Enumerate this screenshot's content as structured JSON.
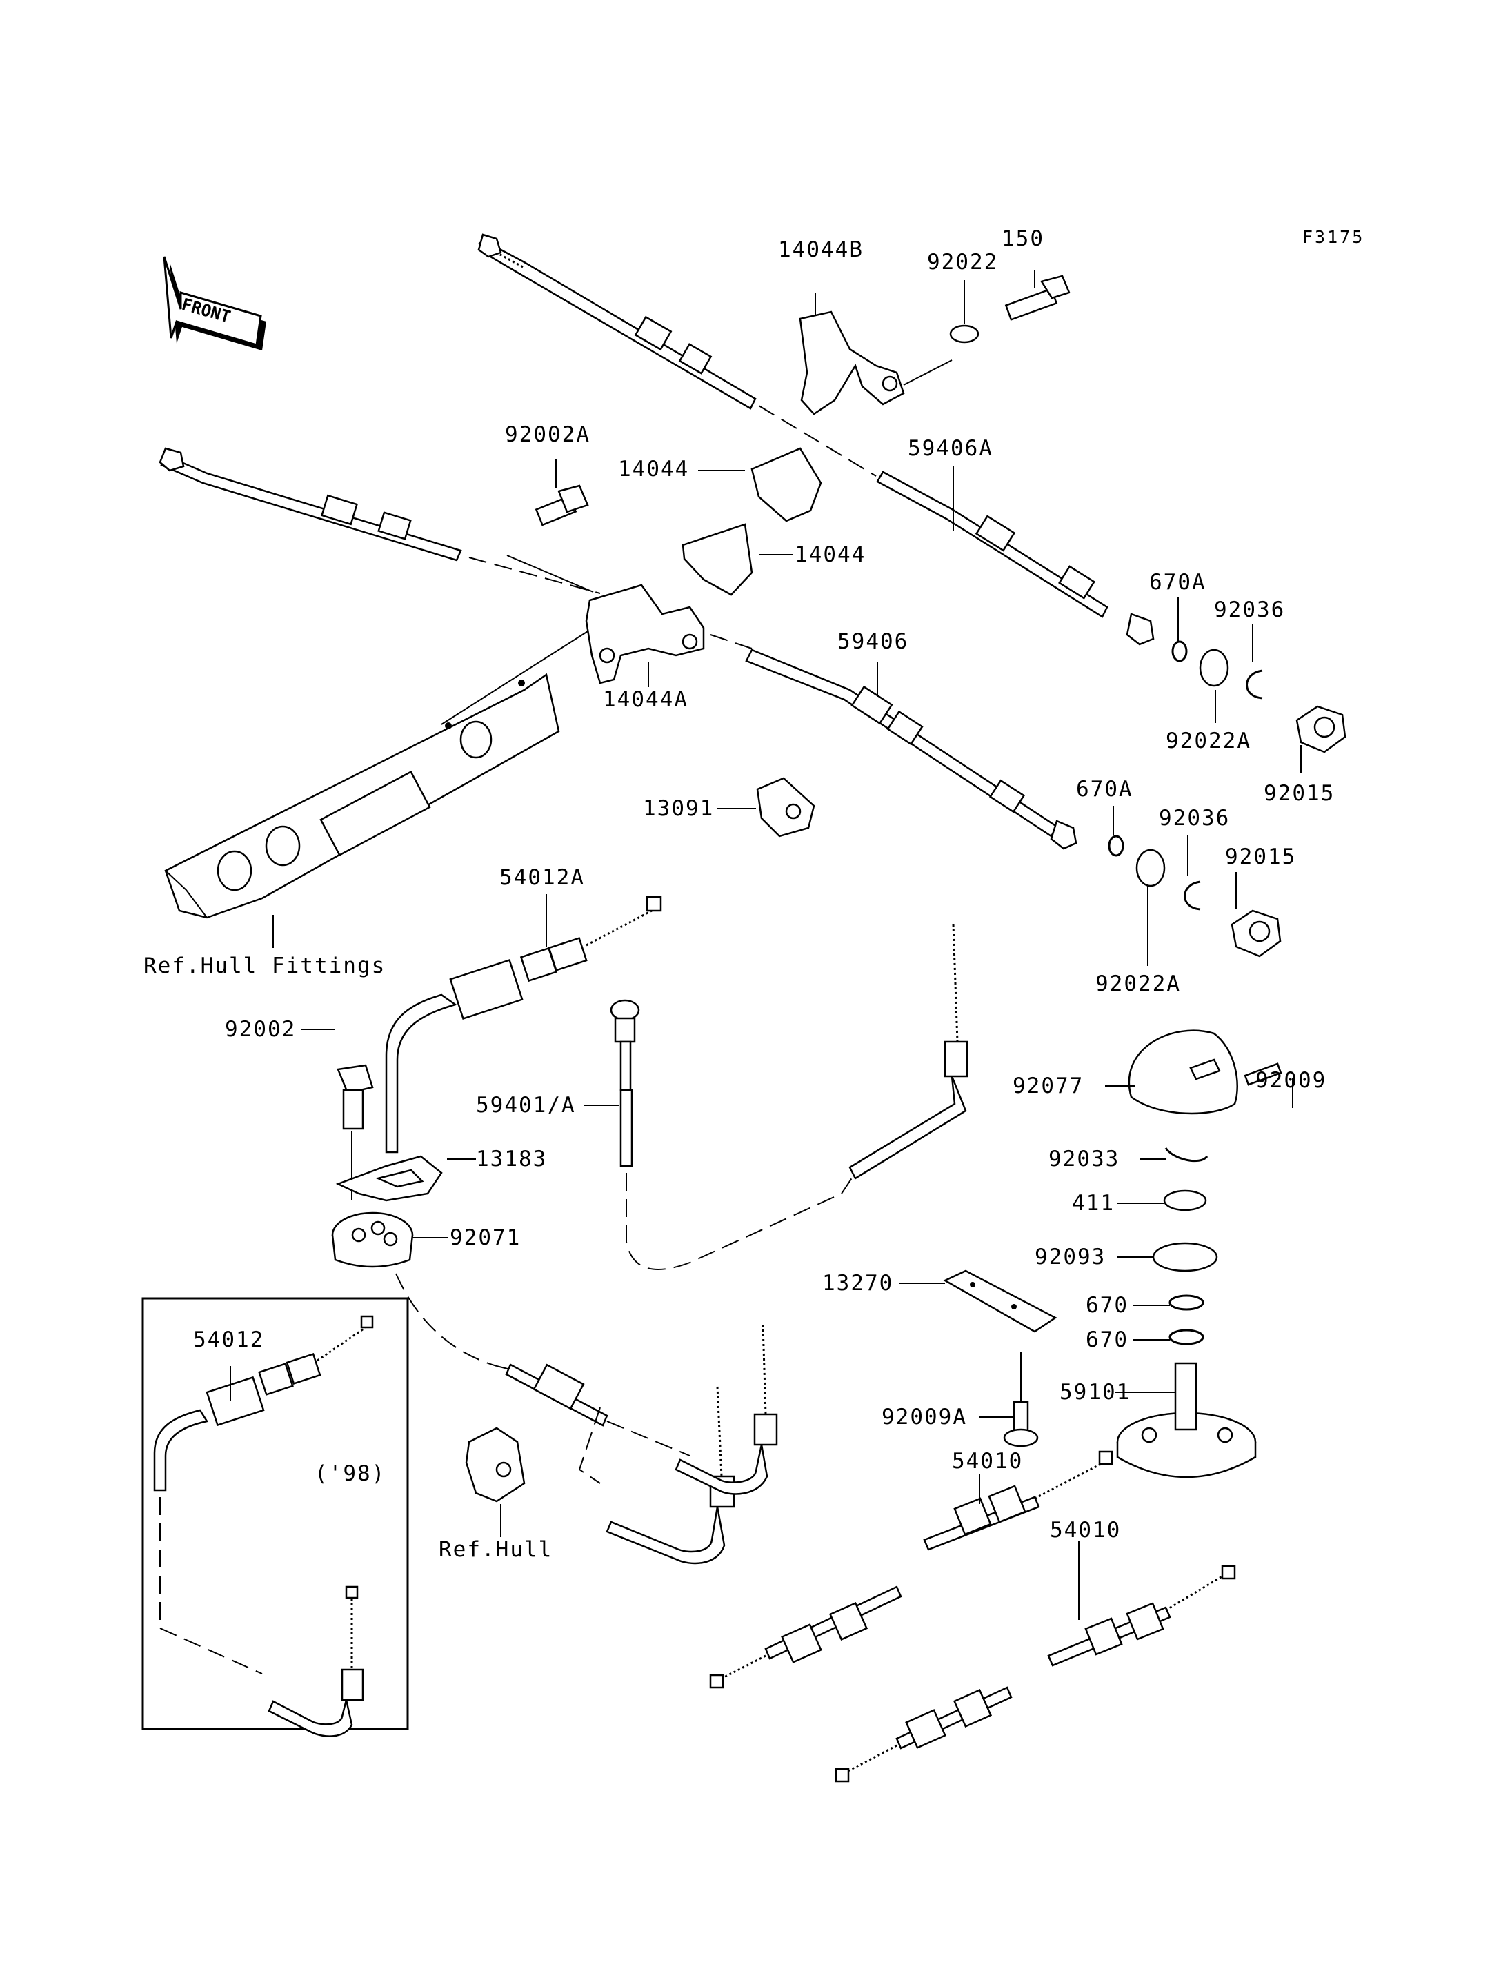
{
  "diagram_code": "F3175",
  "front_arrow": {
    "label": "FRONT",
    "icon": "front-direction-arrow-icon"
  },
  "inset_label": "('98)",
  "labels": {
    "p14044B": "14044B",
    "p92022": "92022",
    "p150": "150",
    "p92002A": "92002A",
    "p14044_top": "14044",
    "p14044_mid": "14044",
    "p59406A": "59406A",
    "p670A_1": "670A",
    "p92036_1": "92036",
    "p92022A_1": "92022A",
    "p92015_1": "92015",
    "p14044A": "14044A",
    "p59406": "59406",
    "p13091": "13091",
    "p670A_2": "670A",
    "p92036_2": "92036",
    "p92015_2": "92015",
    "p92022A_2": "92022A",
    "p54012A": "54012A",
    "ref_hull_fittings": "Ref.Hull Fittings",
    "p92002": "92002",
    "p59401A": "59401/A",
    "p13183": "13183",
    "p92071": "92071",
    "p92077": "92077",
    "p92009": "92009",
    "p92033": "92033",
    "p411": "411",
    "p92093": "92093",
    "p13270": "13270",
    "p670_1": "670",
    "p670_2": "670",
    "p54012": "54012",
    "p92009A": "92009A",
    "p59101": "59101",
    "p54010_1": "54010",
    "p54010_2": "54010",
    "ref_hull": "Ref.Hull"
  }
}
